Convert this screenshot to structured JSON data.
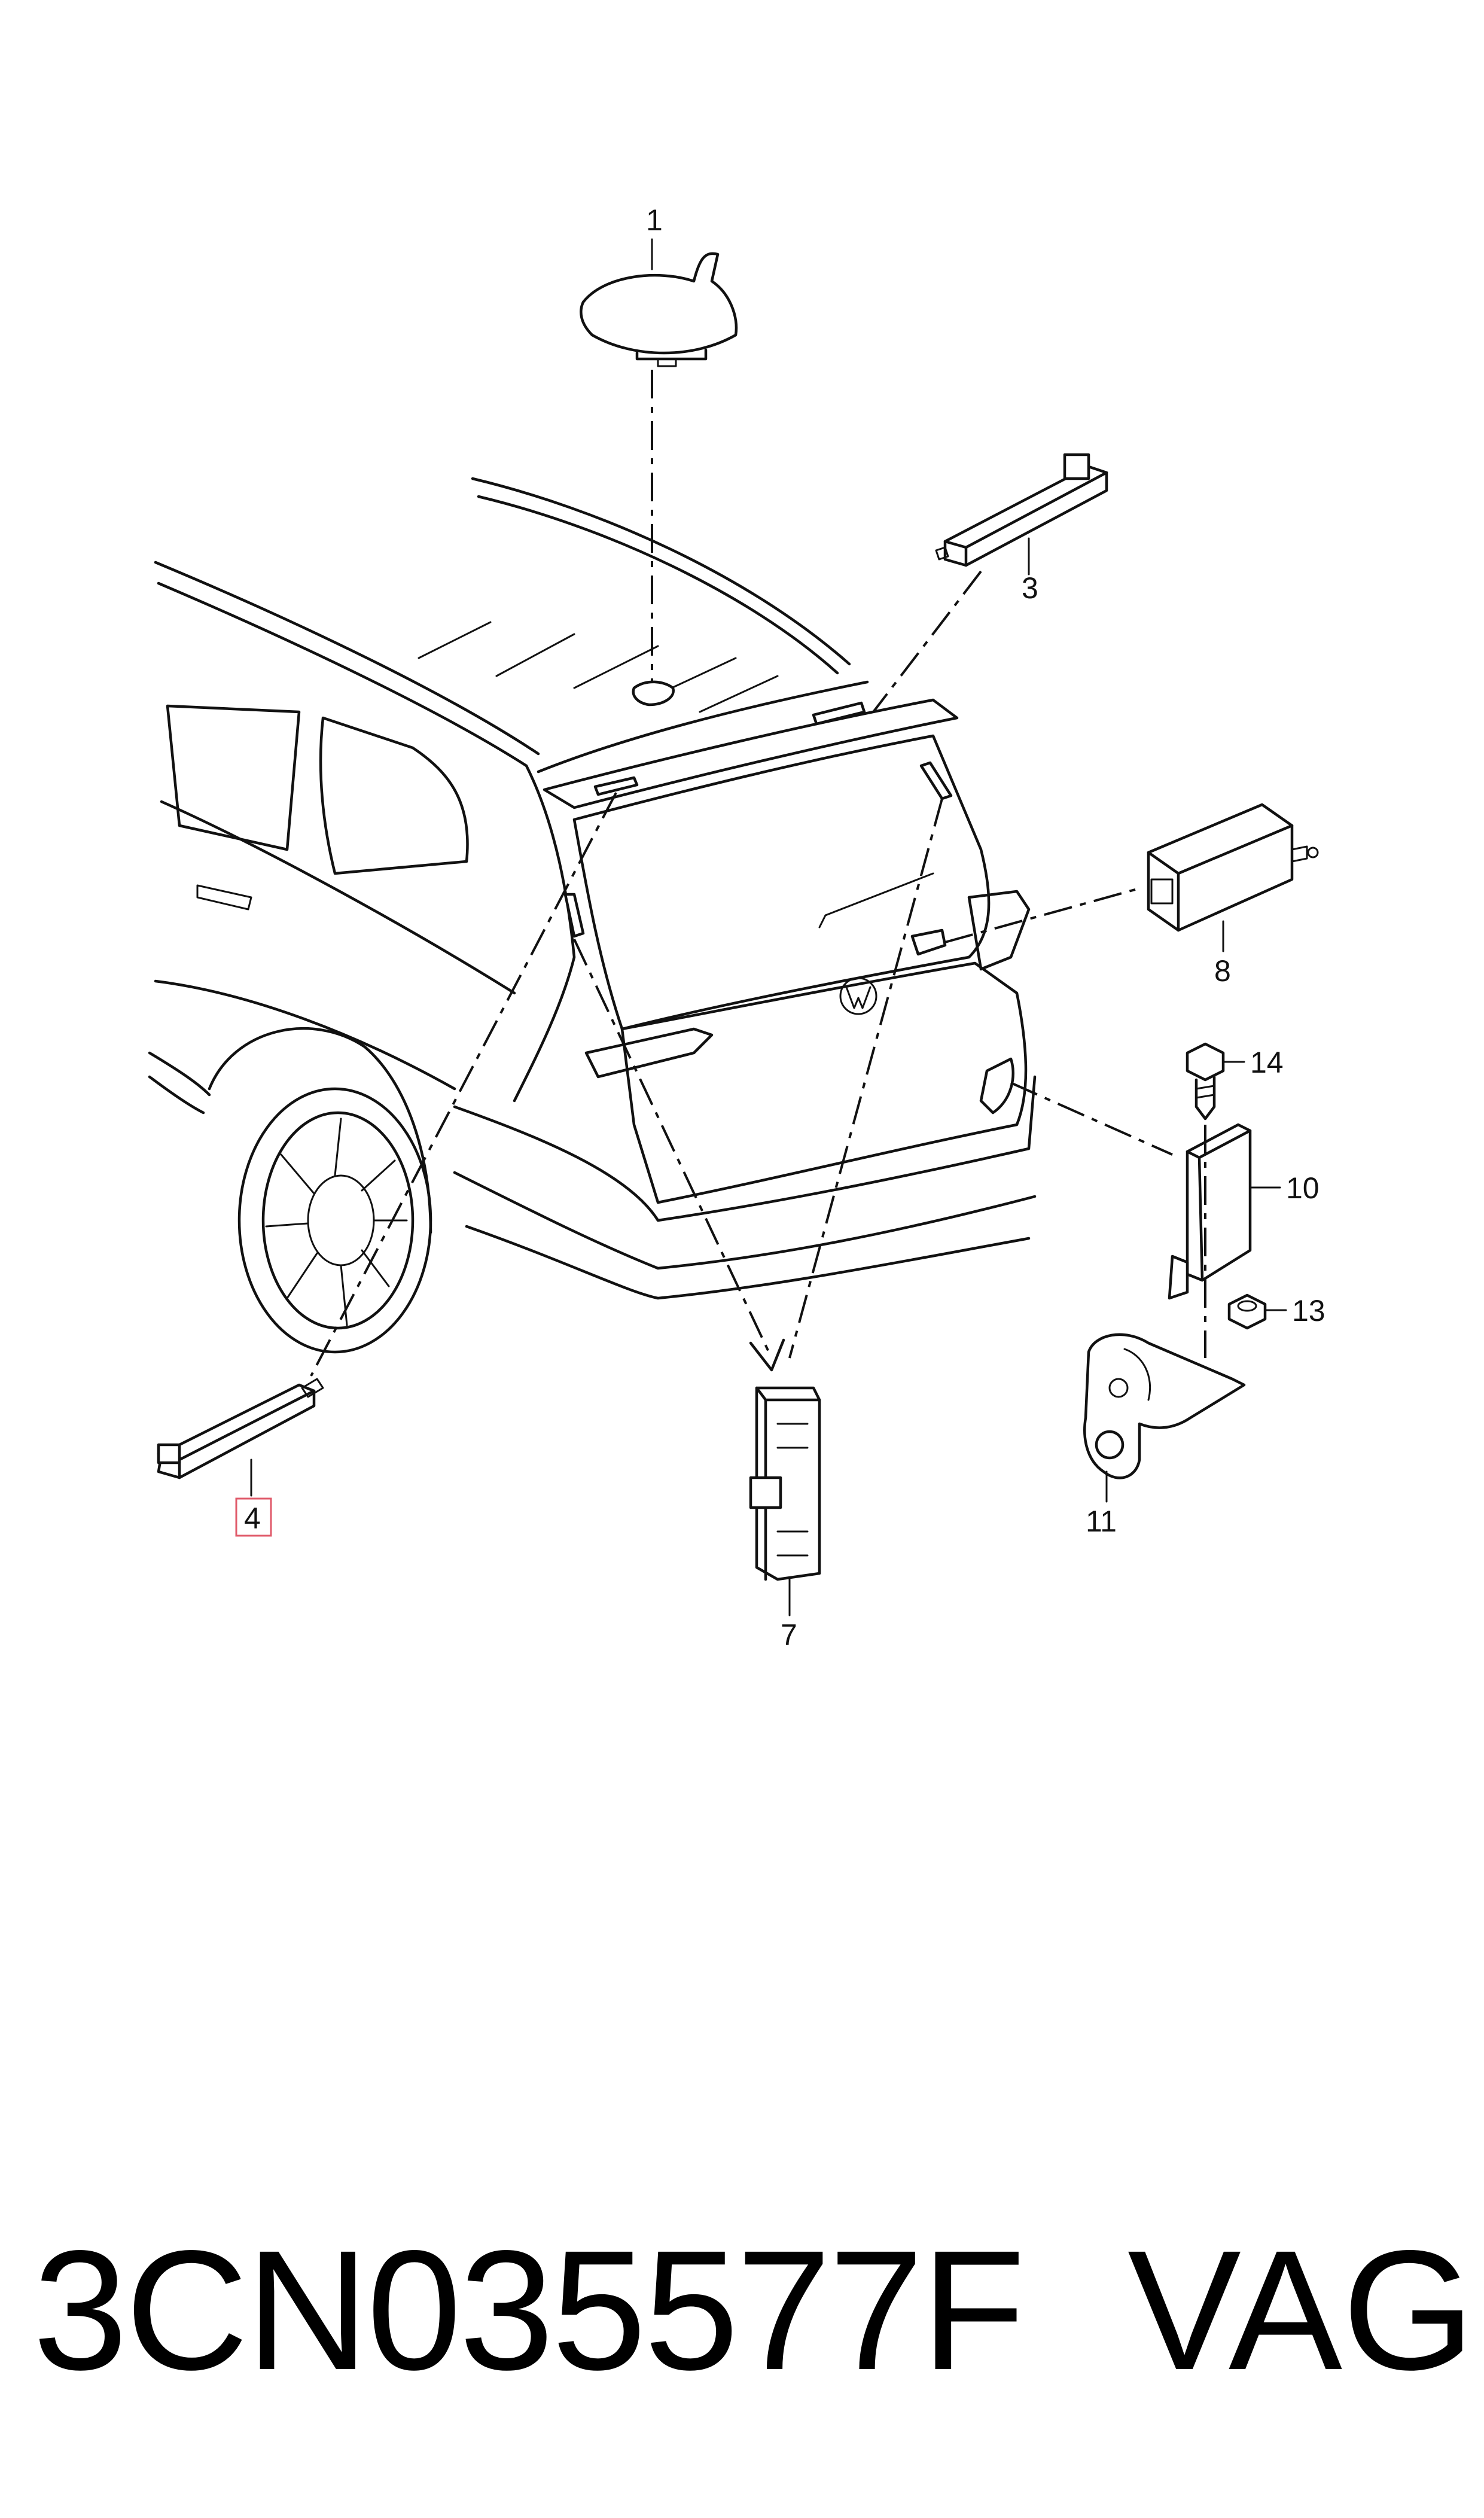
{
  "callouts": [
    {
      "id": "1",
      "text": "1"
    },
    {
      "id": "3",
      "text": "3"
    },
    {
      "id": "4",
      "text": "4",
      "highlighted": true
    },
    {
      "id": "7",
      "text": "7"
    },
    {
      "id": "8",
      "text": "8"
    },
    {
      "id": "10",
      "text": "10"
    },
    {
      "id": "11",
      "text": "11"
    },
    {
      "id": "13",
      "text": "13"
    },
    {
      "id": "14",
      "text": "14"
    }
  ],
  "footer": {
    "part_number": "3CN035577F",
    "brand": "VAG"
  },
  "colors": {
    "line": "#111111",
    "highlight_box": "#e05a6a",
    "background": "#ffffff"
  }
}
